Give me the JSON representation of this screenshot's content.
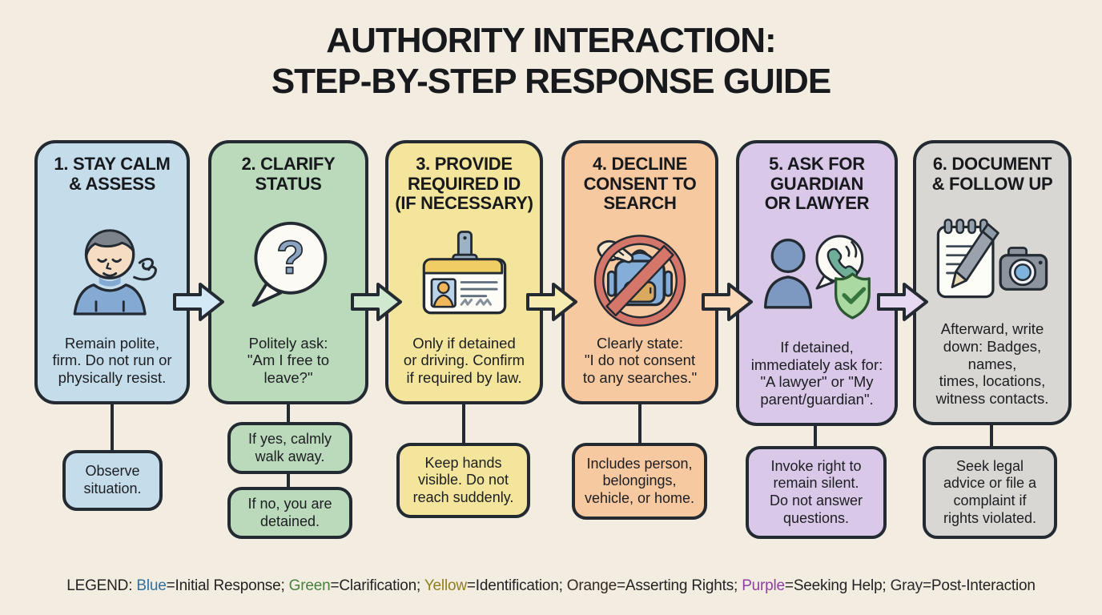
{
  "title": {
    "line1": "AUTHORITY INTERACTION:",
    "line2": "STEP-BY-STEP RESPONSE GUIDE"
  },
  "steps": [
    {
      "number": 1,
      "title": "1. STAY CALM\n& ASSESS",
      "body": "Remain polite,\nfirm. Do not run or\nphysically resist.",
      "icon": "calm-person-breathing",
      "color_name": "Blue",
      "card_color": "#c5ddeb",
      "arrow_color": "#d3e9f6",
      "sub_boxes": [
        "Observe\nsituation."
      ]
    },
    {
      "number": 2,
      "title": "2. CLARIFY\nSTATUS",
      "body": "Politely ask:\n\"Am I free to\nleave?\"",
      "icon": "question-speech-bubble",
      "color_name": "Green",
      "card_color": "#bbd9bb",
      "arrow_color": "#d0e7d0",
      "sub_boxes": [
        "If yes, calmly\nwalk away.",
        "If no, you are\ndetained."
      ]
    },
    {
      "number": 3,
      "title": "3. PROVIDE\nREQUIRED ID\n(IF NECESSARY)",
      "body": "Only if detained\nor driving. Confirm\nif required by law.",
      "icon": "id-badge",
      "color_name": "Yellow",
      "card_color": "#f3e59b",
      "arrow_color": "#f7edb3",
      "sub_boxes": [
        "Keep hands\nvisible. Do not\nreach suddenly."
      ]
    },
    {
      "number": 4,
      "title": "4. DECLINE\nCONSENT TO\nSEARCH",
      "body": "Clearly state:\n\"I do not consent\nto any searches.\"",
      "icon": "no-backpack-search",
      "color_name": "Orange",
      "card_color": "#f7c9a0",
      "arrow_color": "#fad8b8",
      "sub_boxes": [
        "Includes person,\nbelongings,\nvehicle, or home."
      ]
    },
    {
      "number": 5,
      "title": "5. ASK FOR\nGUARDIAN\nOR LAWYER",
      "body": "If detained,\nimmediately ask for:\n\"A lawyer\" or \"My\nparent/guardian\".",
      "icon": "person-phone-shield",
      "color_name": "Purple",
      "card_color": "#d9c8e8",
      "arrow_color": "#e7d9f2",
      "sub_boxes": [
        "Invoke right to\nremain silent.\nDo not answer\nquestions."
      ]
    },
    {
      "number": 6,
      "title": "6. DOCUMENT\n& FOLLOW UP",
      "body": "Afterward, write\ndown: Badges,\nnames,\ntimes, locations,\nwitness contacts.",
      "icon": "notepad-pen-camera",
      "color_name": "Gray",
      "card_color": "#d8d7d3",
      "arrow_color": "",
      "sub_boxes": [
        "Seek legal\nadvice or file a\ncomplaint if\nrights violated."
      ]
    }
  ],
  "legend": {
    "prefix": "LEGEND: ",
    "items": [
      {
        "label": "Blue",
        "rest": "=Initial Response; ",
        "label_style": "color:#33709f"
      },
      {
        "label": "Green",
        "rest": "=Clarification; ",
        "label_style": "color:#47823f"
      },
      {
        "label": "Yellow",
        "rest": "=Identification; ",
        "label_style": "color:#8f7d1e"
      },
      {
        "label": "Orange",
        "rest": "=Asserting Rights; ",
        "label_style": "color:#33291f"
      },
      {
        "label": "Purple",
        "rest": "=Seeking Help; ",
        "label_style": "color:#8e3fa3"
      },
      {
        "label": "Gray",
        "rest": "=Post-Interaction",
        "label_style": "color:#2b2b2e"
      }
    ]
  },
  "colors": {
    "background": "#f2ece1",
    "outline": "#232a32"
  }
}
